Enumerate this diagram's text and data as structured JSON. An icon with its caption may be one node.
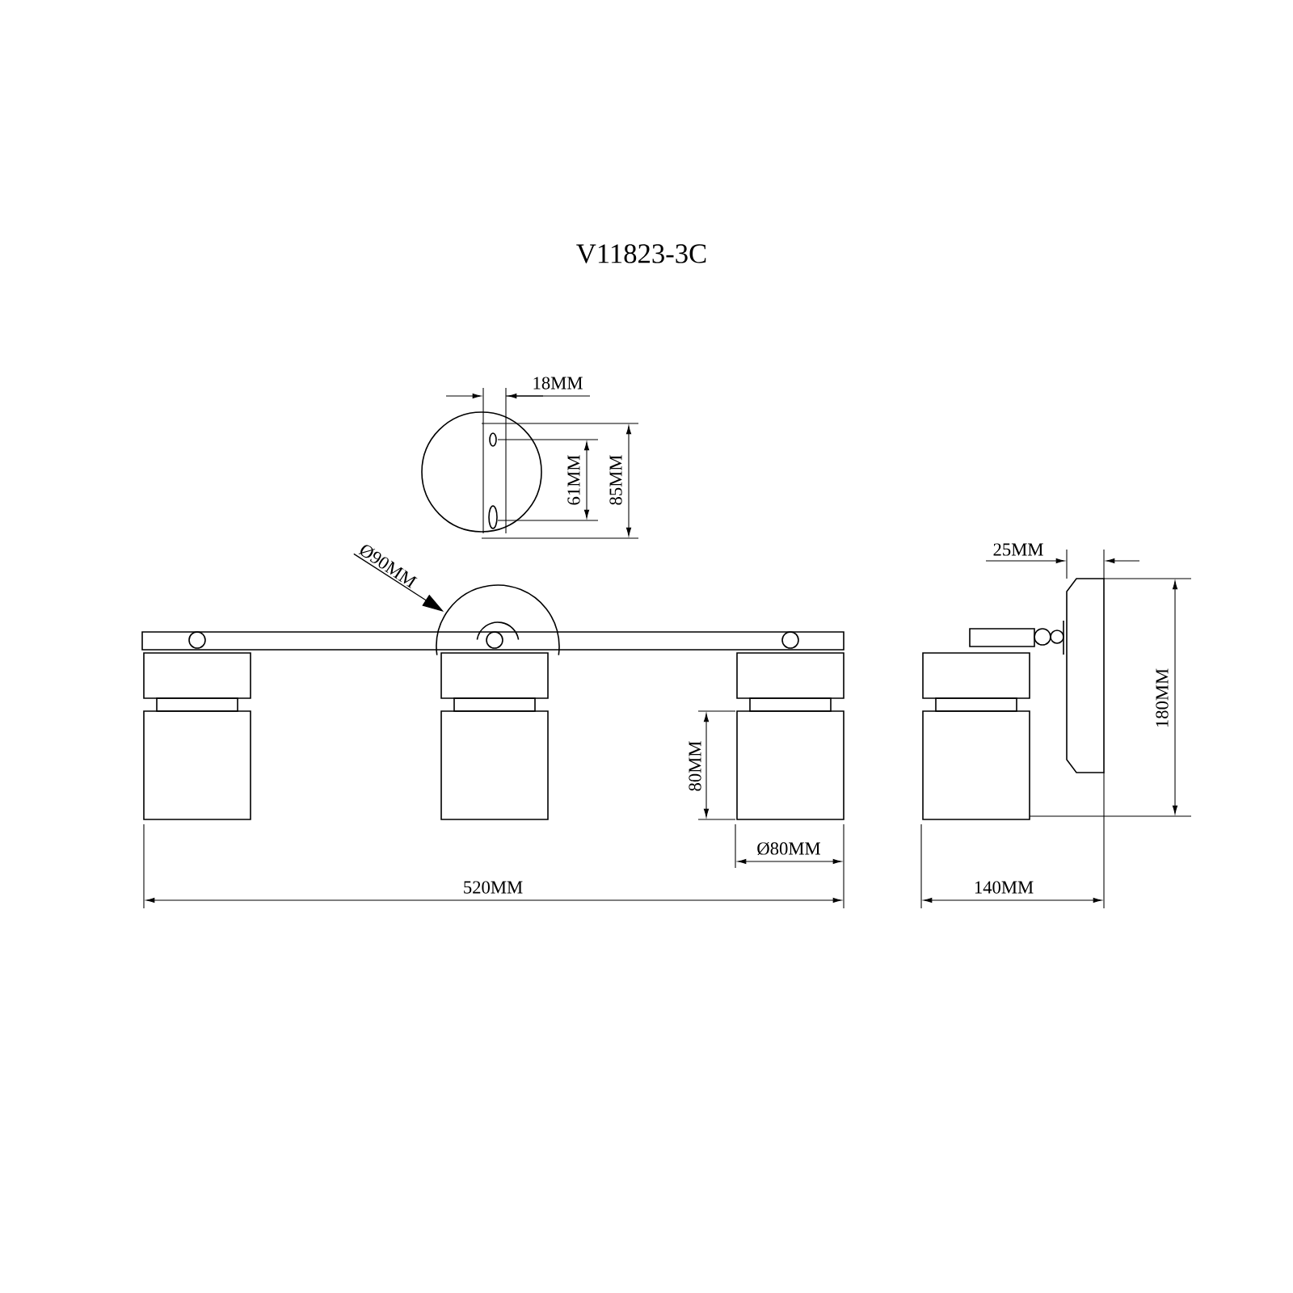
{
  "diagram": {
    "title": "V11823-3C",
    "nodes": [
      {
        "text": [
          "Ø90MM"
        ]
      },
      {
        "text": [],
        "shape": "circle"
      }
    ],
    "edges": [
      {
        "from": 0,
        "to": 1,
        "arrow": "to"
      }
    ],
    "labels": [
      "18MM",
      "61MM",
      "85MM",
      "25MM",
      "180MM",
      "80MM",
      "Ø80MM",
      "520MM",
      "140MM"
    ]
  }
}
